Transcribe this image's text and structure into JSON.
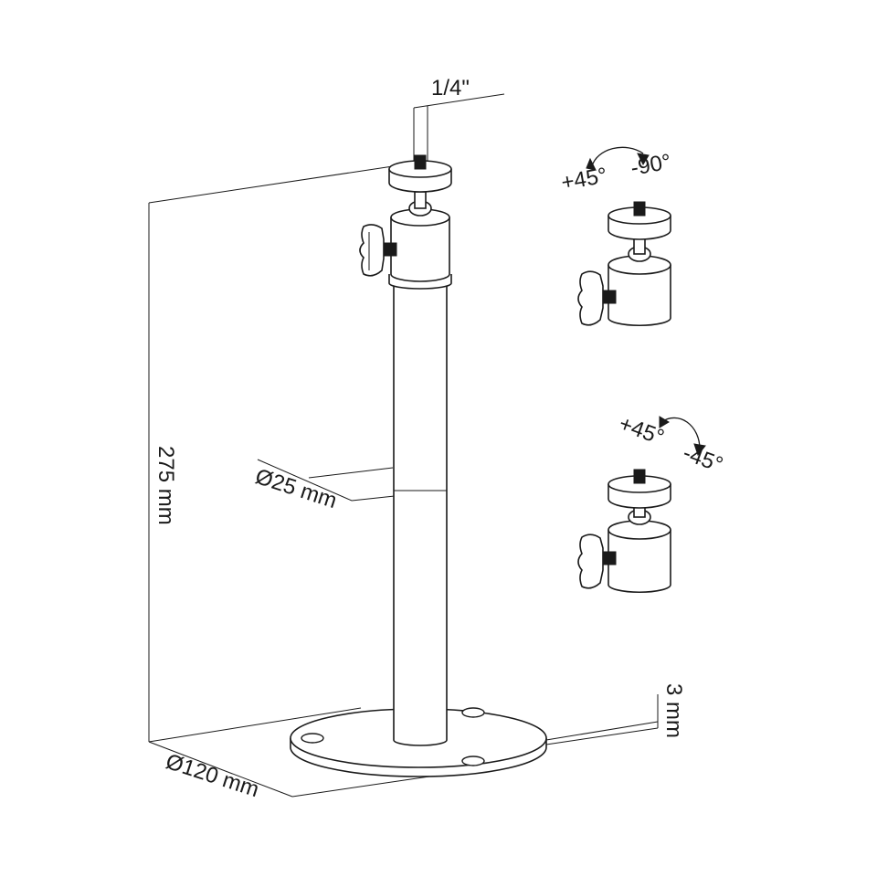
{
  "dimensions": {
    "thread": "1/4\"",
    "height": "275 mm",
    "tube_diameter": "Ø25 mm",
    "base_diameter": "Ø120 mm",
    "base_thickness": "3 mm"
  },
  "head_views": {
    "top": {
      "angle_left": "+45°",
      "angle_right": "-90°"
    },
    "bottom": {
      "angle_left": "+45°",
      "angle_right": "-45°"
    }
  },
  "colors": {
    "line": "#1a1a1a",
    "background": "#ffffff"
  }
}
